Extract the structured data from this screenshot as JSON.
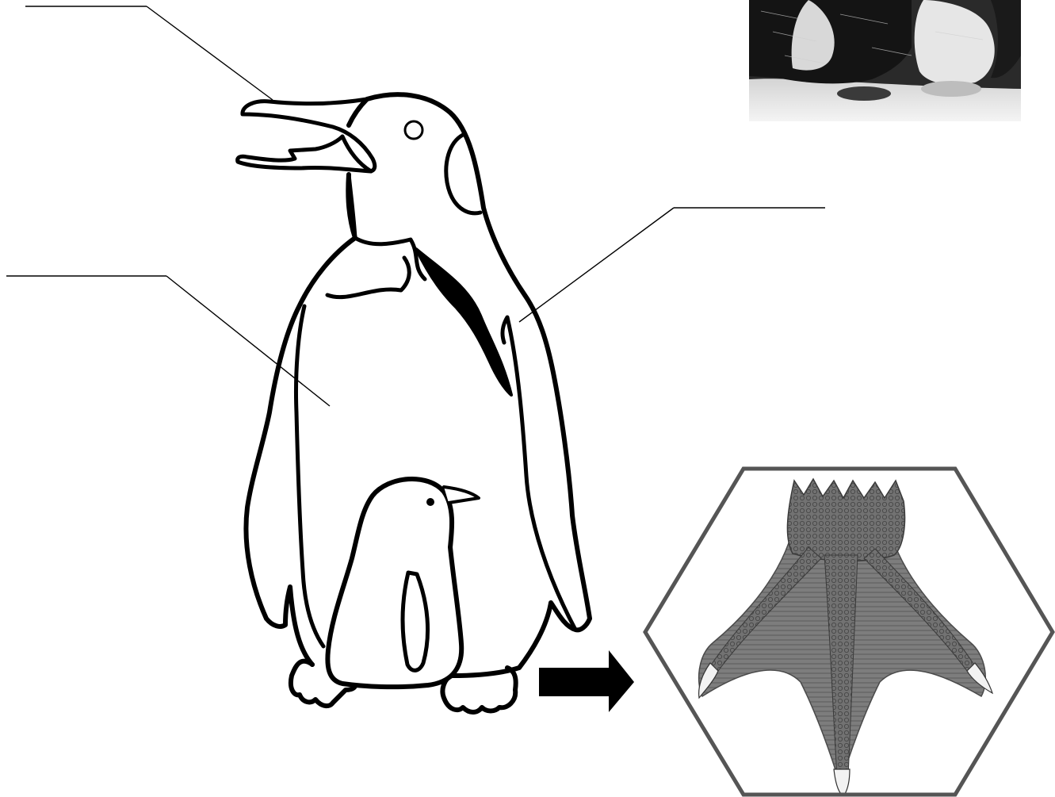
{
  "labels": [
    {
      "id": "beak",
      "text": ""
    },
    {
      "id": "body",
      "text": ""
    },
    {
      "id": "flipper",
      "text": ""
    }
  ],
  "colors": {
    "ink": "#000000",
    "paper": "#ffffff",
    "photo_dark": "#1c1c1c",
    "photo_snow": "#e6e6e6",
    "foot_skin": "#6e6e6e",
    "hexagon_border": "#555555"
  },
  "icons": {
    "arrow": "right-arrow-icon"
  }
}
